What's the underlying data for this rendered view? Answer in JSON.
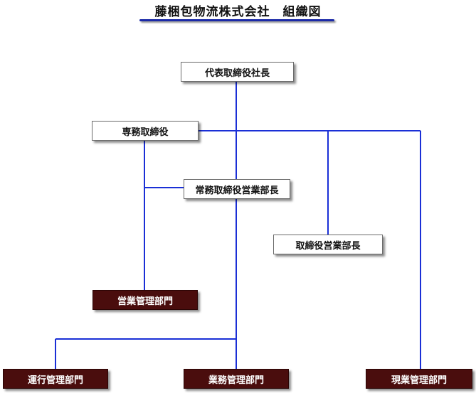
{
  "title": "藤梱包物流株式会社　組織図",
  "colors": {
    "line": "#1a2fd6",
    "underline": "#1b2aa8",
    "dark_box": "#4a0d0d",
    "light_box": "#ffffff"
  },
  "boxes": {
    "ceo": "代表取締役社長",
    "senior_director": "専務取締役",
    "managing_director": "常務取締役営業部長",
    "director_sales": "取締役営業部長",
    "sales_dept": "営業管理部門",
    "operations_dept": "運行管理部門",
    "business_dept": "業務管理部門",
    "field_dept": "現業管理部門"
  }
}
